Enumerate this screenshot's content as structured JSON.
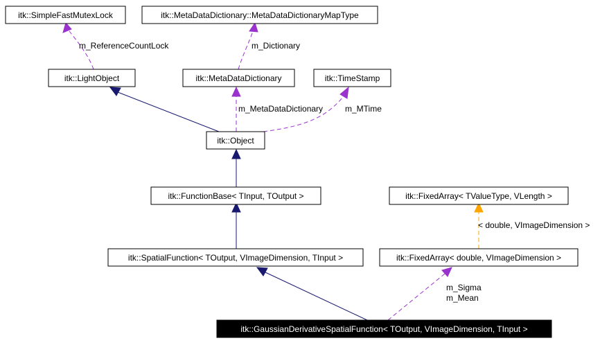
{
  "nodes": {
    "simple_fast_mutex_lock": "itk::SimpleFastMutexLock",
    "meta_data_dictionary_map_type": "itk::MetaDataDictionary::MetaDataDictionaryMapType",
    "light_object": "itk::LightObject",
    "meta_data_dictionary": "itk::MetaDataDictionary",
    "time_stamp": "itk::TimeStamp",
    "object": "itk::Object",
    "function_base": "itk::FunctionBase< TInput, TOutput >",
    "fixed_array_template": "itk::FixedArray< TValueType, VLength >",
    "spatial_function": "itk::SpatialFunction< TOutput, VImageDimension, TInput >",
    "fixed_array_double": "itk::FixedArray< double, VImageDimension >",
    "gaussian_derivative": "itk::GaussianDerivativeSpatialFunction< TOutput, VImageDimension, TInput >"
  },
  "edge_labels": {
    "reference_count_lock": "m_ReferenceCountLock",
    "dictionary": "m_Dictionary",
    "meta_data_dictionary": "m_MetaDataDictionary",
    "mtime": "m_MTime",
    "template_args": "< double, VImageDimension >",
    "sigma": "m_Sigma",
    "mean": "m_Mean"
  },
  "colors": {
    "inheritance": "#191970",
    "member": "#9a32cd",
    "template": "#ffa500",
    "selected_fill": "#000000",
    "selected_text": "#ffffff"
  },
  "selected_node": "gaussian_derivative"
}
